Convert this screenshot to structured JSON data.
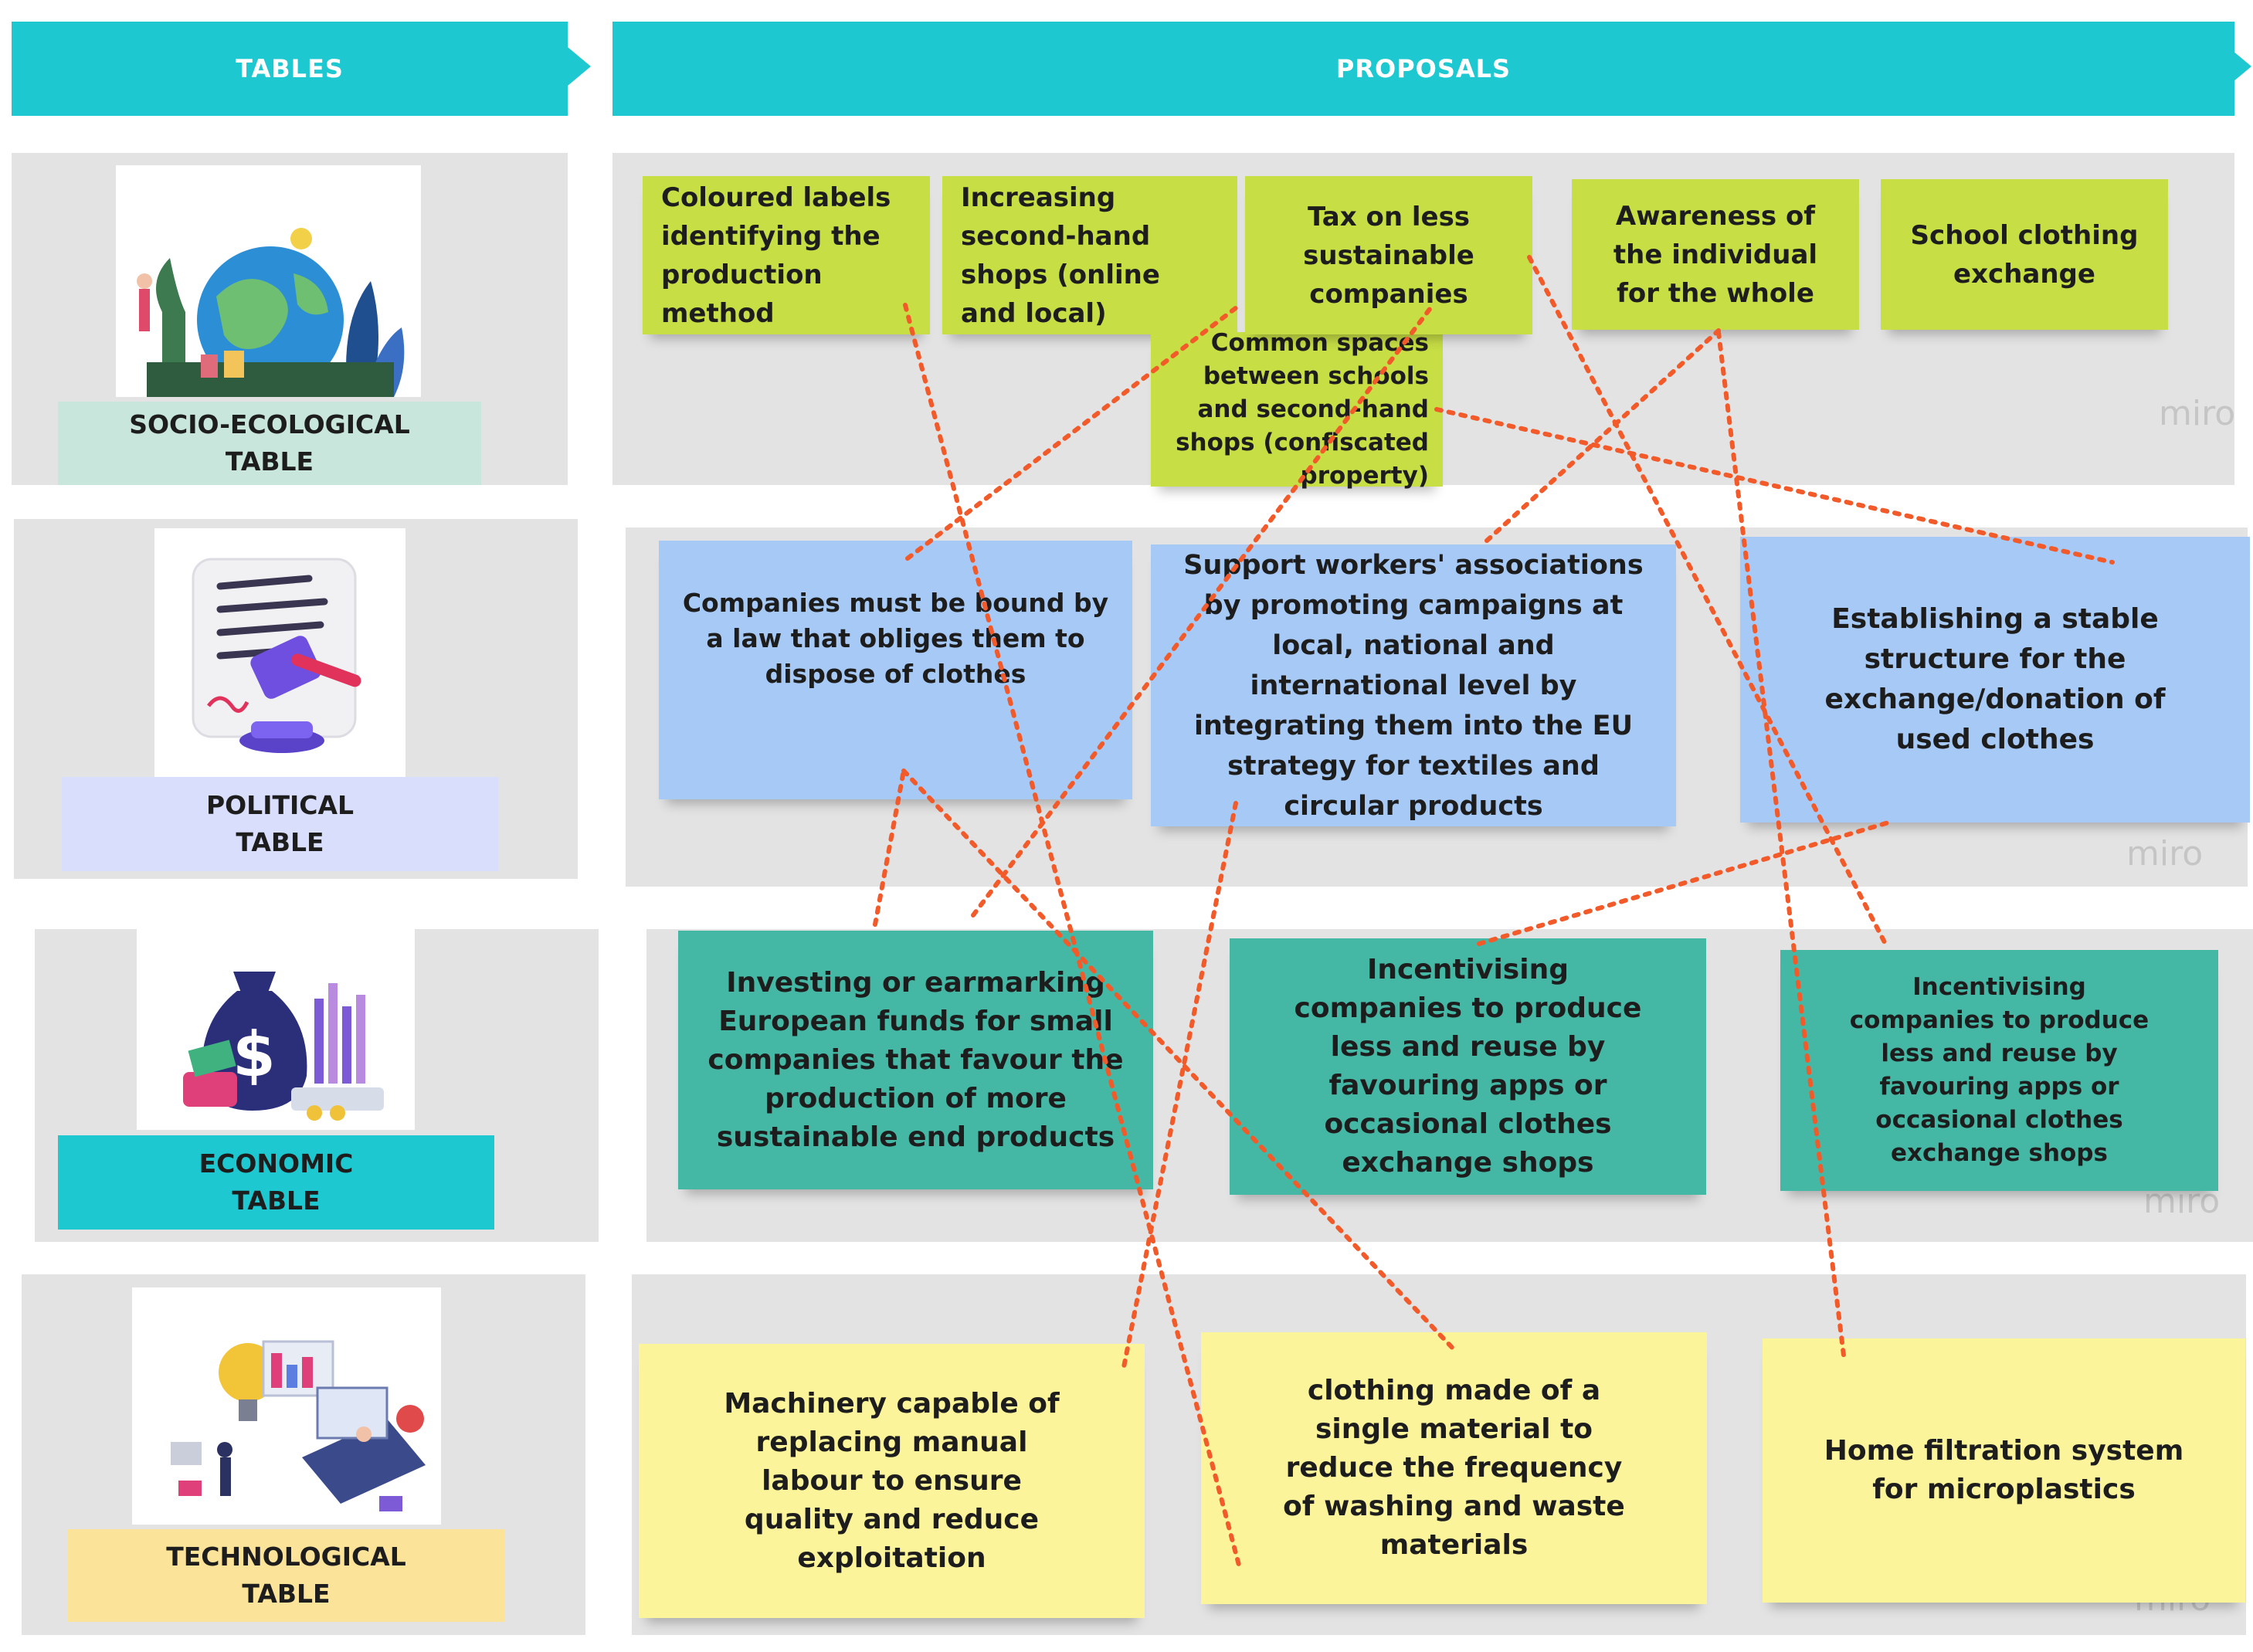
{
  "header": {
    "tables_label": "TABLES",
    "proposals_label": "PROPOSALS"
  },
  "colors": {
    "header": "#1ec8d0",
    "socio_ecological_notes": "#c7de45",
    "political_notes": "#a7c9f5",
    "economic_notes": "#45b8a5",
    "technological_notes": "#fbf49a",
    "connector_lines": "#f25a2a"
  },
  "rows": {
    "socio_ecological": {
      "label": "SOCIO-ECOLOGICAL TABLE",
      "label_color": "#c8e6dc",
      "illustration": "earth-nature-icon",
      "notes": [
        "Coloured labels identifying the production method",
        "Increasing second-hand shops (online and local)",
        "Tax on less sustainable companies",
        "Common spaces between schools and second-hand shops (confiscated property)",
        "Awareness of the individual for the whole",
        "School clothing exchange"
      ]
    },
    "political": {
      "label": "POLITICAL TABLE",
      "label_color": "#d9defc",
      "illustration": "gavel-law-icon",
      "notes": [
        "Companies must be bound by a law that obliges them to dispose of clothes",
        "Support workers' associations by promoting campaigns at local, national and international level by integrating them into the EU strategy for textiles and circular products",
        "Establishing a stable structure for the exchange/donation of used clothes"
      ]
    },
    "economic": {
      "label": "ECONOMIC TABLE",
      "label_color": "#1ec8d0",
      "illustration": "money-bag-icon",
      "notes": [
        "Investing or earmarking European funds for small companies that favour the production of more sustainable end products",
        "Incentivising companies to produce less and reuse by favouring apps or occasional clothes exchange shops",
        "Incentivising companies to produce less and reuse by favouring apps or occasional clothes exchange shops"
      ]
    },
    "technological": {
      "label": "TECHNOLOGICAL TABLE",
      "label_color": "#fbe39a",
      "illustration": "technology-lightbulb-icon",
      "notes": [
        "Machinery capable of replacing manual labour to ensure quality and reduce exploitation",
        "clothing made of a single material to reduce the frequency of washing and waste materials",
        "Home filtration system for microplastics"
      ]
    }
  },
  "watermark": "miro"
}
